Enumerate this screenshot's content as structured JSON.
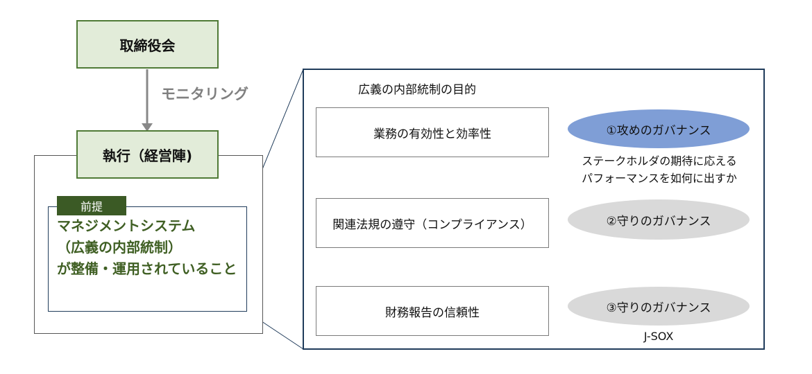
{
  "board": {
    "label": "取締役会"
  },
  "monitoring": {
    "label": "モニタリング"
  },
  "execution": {
    "label": "執行（経営陣)"
  },
  "premise": {
    "tag": "前提",
    "lines": [
      "マネジメントシステム",
      "（広義の内部統制）",
      "が整備・運用されていること"
    ]
  },
  "purposes": {
    "title": "広義の内部統制の目的",
    "items": [
      {
        "label": "業務の有効性と効率性",
        "governance": "①攻めのガバナンス",
        "note_lines": [
          "ステークホルダの期待に応える",
          "パフォーマンスを如何に出すか"
        ]
      },
      {
        "label": "関連法規の遵守（コンプライアンス）",
        "governance": "②守りのガバナンス"
      },
      {
        "label": "財務報告の信頼性",
        "governance": "③守りのガバナンス",
        "note": "J-SOX"
      }
    ]
  },
  "colors": {
    "green_fill": "#e2ecd9",
    "green_border": "#4f7a36",
    "premise_tag": "#3b5a25",
    "premise_text": "#3f5f23",
    "navy_border": "#1f3b5a",
    "attack_ellipse": "#7f9ed6",
    "defense_ellipse": "#d9d9d9",
    "monitor_text": "#808080"
  }
}
